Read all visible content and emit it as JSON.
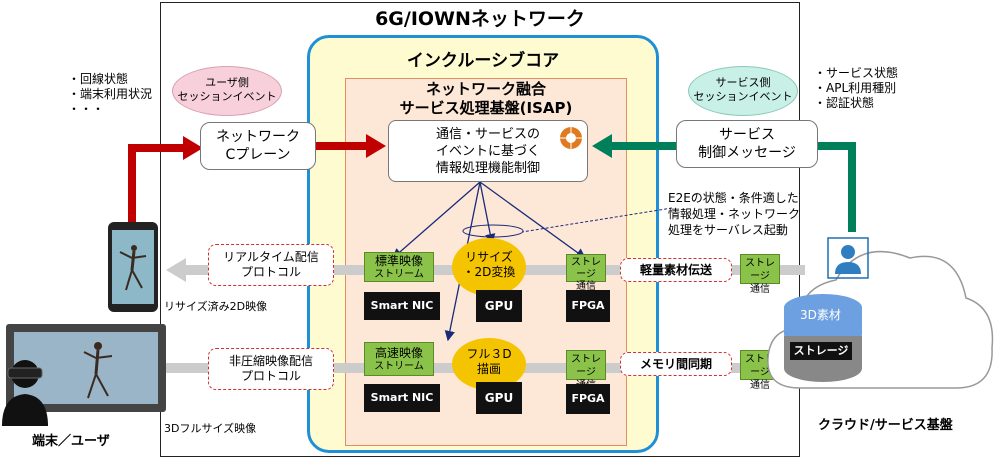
{
  "outer_title": "6G/IOWNネットワーク",
  "core_title": "インクルーシブコア",
  "isap_title": [
    "ネットワーク融合",
    "サービス処理基盤(ISAP)"
  ],
  "center_box": [
    "通信・サービスの",
    "イベントに基づく",
    "情報処理機能制御"
  ],
  "network_cplane": [
    "ネットワーク",
    "Cプレーン"
  ],
  "service_control": [
    "サービス",
    "制御メッセージ"
  ],
  "user_event_bubble": [
    "ユーザ側",
    "セッションイベント"
  ],
  "service_event_bubble": [
    "サービス側",
    "セッションイベント"
  ],
  "left_bullets": [
    "・回線状態",
    "・端末利用状況",
    "・・・"
  ],
  "right_bullets": [
    "・サービス状態",
    "・APL利用種別",
    "・認証状態"
  ],
  "e2e_note": [
    "E2Eの状態・条件適した",
    "情報処理・ネットワーク",
    "処理をサーバレス起動"
  ],
  "realtime_protocol": [
    "リアルタイム配信",
    "プロトコル"
  ],
  "uncompressed_protocol": [
    "非圧縮映像配信",
    "プロトコル"
  ],
  "std_stream": [
    "標準映像",
    "ストリーム"
  ],
  "fast_stream": [
    "高速映像",
    "ストリーム"
  ],
  "resize_ellipse": [
    "リサイズ",
    "・2D変換"
  ],
  "full3d_ellipse": [
    "フル３D",
    "描画"
  ],
  "storage_comm": [
    "ストレージ",
    "通信"
  ],
  "light_transfer": "軽量素材伝送",
  "memory_sync": "メモリ間同期",
  "smart_nic": "Smart NIC",
  "gpu": "GPU",
  "fpga": "FPGA",
  "resized_caption": "リサイズ済み2D映像",
  "fullsize_caption": "3Dフルサイズ映像",
  "terminal_user": "端末／ユーザ",
  "cloud_base": "クラウド/サービス基盤",
  "material_3d": "3D素材",
  "storage": "ストレージ",
  "colors": {
    "red_arrow": "#c00000",
    "green_arrow": "#00805a",
    "core_border": "#1f8fd6",
    "box_green": "#8bc34a",
    "ellipse": "#f5c400"
  }
}
